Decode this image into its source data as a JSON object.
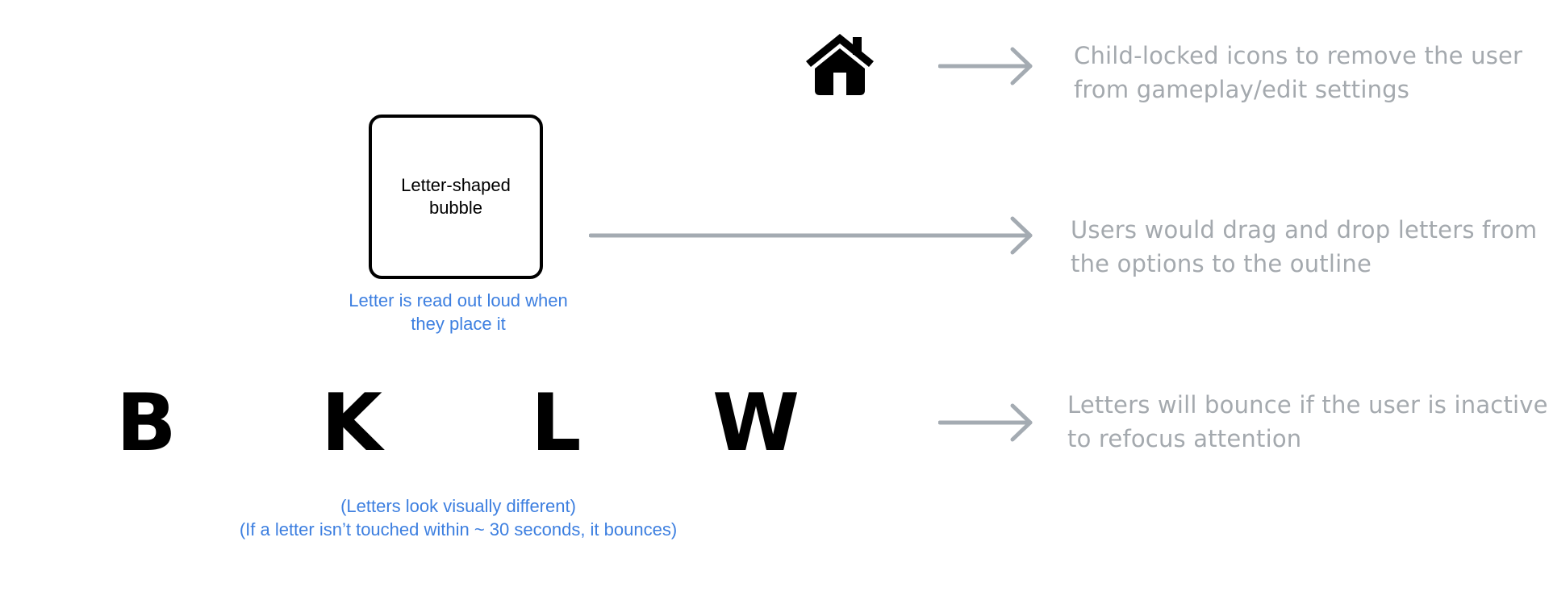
{
  "icons": {
    "home": "home-icon",
    "arrow": "arrow-right-icon"
  },
  "colors": {
    "note_text": "#a4a9ae",
    "arrow": "#a4abb2",
    "caption": "#3d7fe0",
    "letters": "#000000"
  },
  "notes": [
    {
      "line1": "Child-locked icons to remove the user",
      "line2": "from gameplay/edit settings"
    },
    {
      "line1": "Users would drag and drop letters from",
      "line2": "the options to the outline"
    },
    {
      "line1": "Letters will bounce if the user is inactive",
      "line2": "to refocus attention"
    }
  ],
  "bubble": {
    "line1": "Letter-shaped",
    "line2": "bubble"
  },
  "captions": {
    "bubble_line1": "Letter is read out loud when",
    "bubble_line2": "they place it",
    "letters_line1": "(Letters look visually different)",
    "letters_line2": "(If a letter isn’t touched within ~ 30 seconds, it bounces)"
  },
  "letters": [
    "B",
    "K",
    "L",
    "W"
  ]
}
